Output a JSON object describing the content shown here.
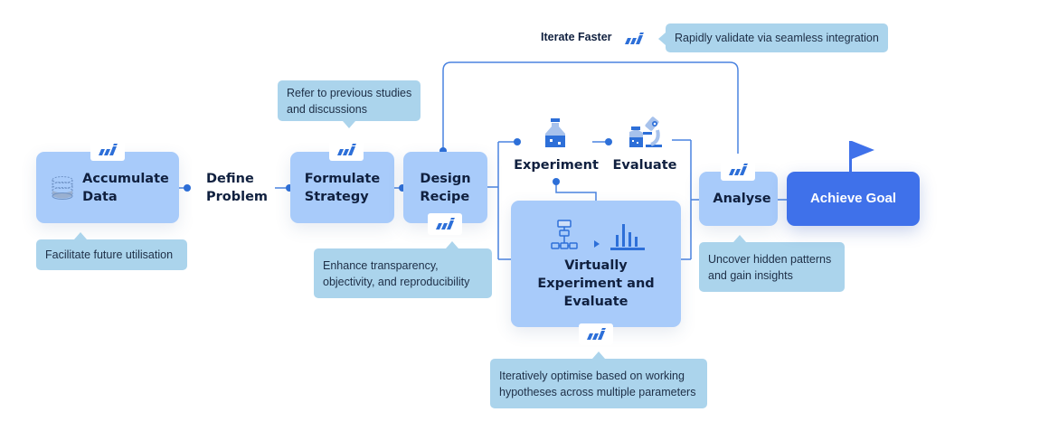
{
  "header": {
    "iterate_label": "Iterate Faster",
    "iterate_tip": "Rapidly validate via seamless integration"
  },
  "nodes": {
    "accumulate": "Accumulate\nData",
    "define": "Define\nProblem",
    "formulate": "Formulate\nStrategy",
    "design": "Design\nRecipe",
    "experiment": "Experiment",
    "evaluate": "Evaluate",
    "virtual": "Virtually\nExperiment and\nEvaluate",
    "analyse": "Analyse",
    "goal": "Achieve Goal"
  },
  "tips": {
    "accumulate": "Facilitate future utilisation",
    "formulate": "Refer to previous studies\nand discussions",
    "design": "Enhance transparency,\nobjectivity, and reproducibility",
    "virtual": "Iteratively optimise based on working\nhypotheses across multiple parameters",
    "analyse": "Uncover hidden patterns\nand gain insights"
  },
  "colors": {
    "box": "#a8cbfa",
    "goal": "#3f71ea",
    "tip": "#abd4ec",
    "line": "#3b78e0",
    "icon": "#2d6fd8"
  },
  "icons": {
    "brand": "brand-logo-icon",
    "database": "database-icon",
    "bottle": "bottle-icon",
    "microscope": "microscope-icon",
    "flowchart": "flowchart-icon",
    "bar_chart": "bar-chart-icon",
    "flag": "flag-icon"
  }
}
